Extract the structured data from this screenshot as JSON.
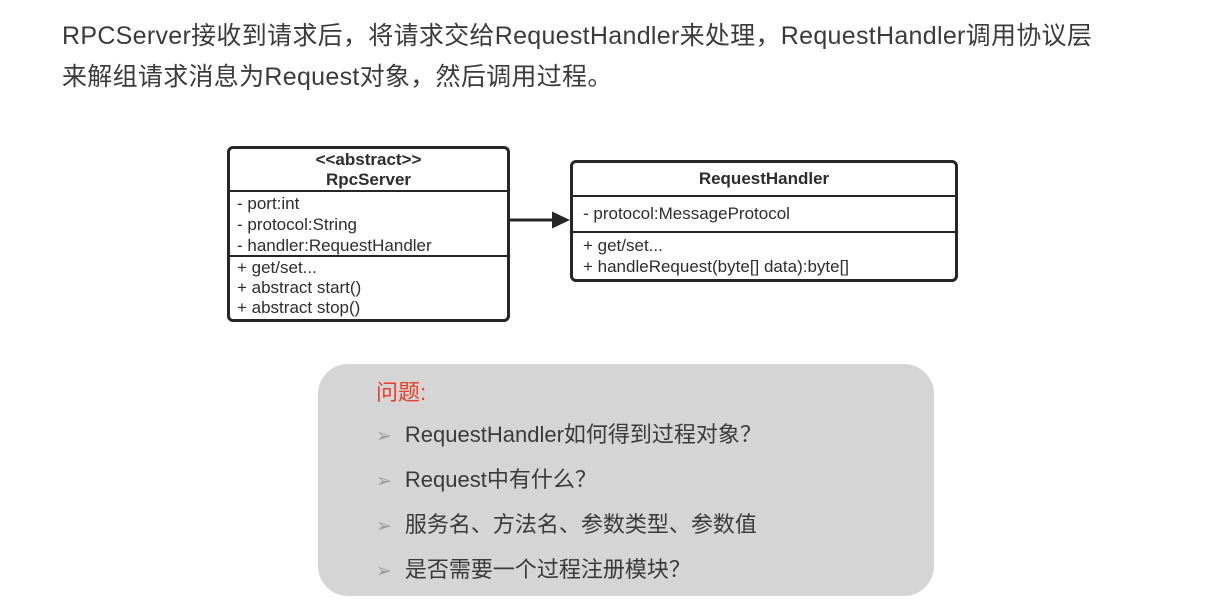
{
  "paragraph": {
    "lines": [
      "RPCServer接收到请求后，将请求交给RequestHandler来处理，RequestHandler调用协议层",
      "来解组请求消息为Request对象，然后调用过程。"
    ],
    "text_color": "#3b3b3b"
  },
  "diagram": {
    "border_color": "#262626",
    "rpc_server": {
      "stereotype": "<<abstract>>",
      "name": "RpcServer",
      "attributes": [
        "- port:int",
        "- protocol:String",
        "- handler:RequestHandler"
      ],
      "methods": [
        "+ get/set...",
        "+ abstract start()",
        "+ abstract stop()"
      ]
    },
    "request_handler": {
      "name": "RequestHandler",
      "attributes": [
        "- protocol:MessageProtocol"
      ],
      "methods": [
        "+ get/set...",
        "+ handleRequest(byte[] data):byte[]"
      ]
    },
    "arrow": {
      "from": "RpcServer",
      "to": "RequestHandler",
      "style": "solid line, filled right arrowhead"
    }
  },
  "note": {
    "background": "#d5d5d5",
    "title": "问题:",
    "title_color": "#e6402c",
    "bullet_glyph": "➢",
    "bullet_color": "#9a9a9a",
    "items": [
      "RequestHandler如何得到过程对象？",
      "Request中有什么？",
      "服务名、方法名、参数类型、参数值",
      "是否需要一个过程注册模块？"
    ]
  }
}
